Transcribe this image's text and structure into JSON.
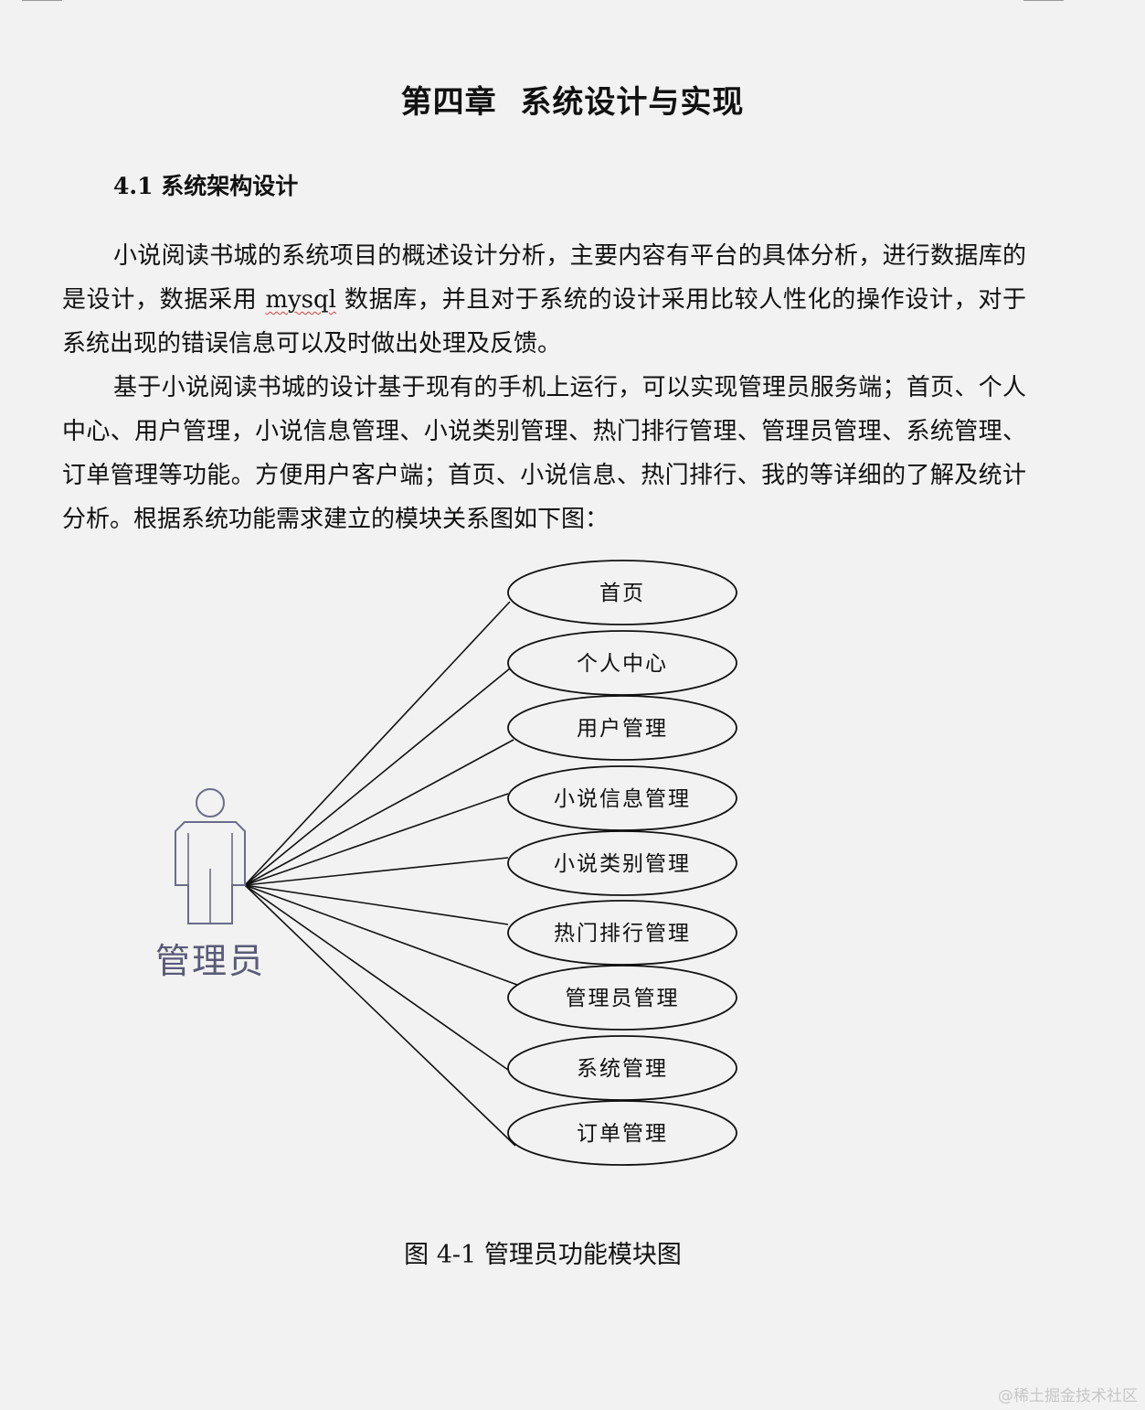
{
  "page": {
    "chapter_title": "第四章  系统设计与实现",
    "section_heading": "4.1 系统架构设计",
    "paragraph1": {
      "before": "小说阅读书城的系统项目的概述设计分析，主要内容有平台的具体分析，进行数据库的是设计，数据采用",
      "flagged_word": "mysql",
      "after": " 数据库，并且对于系统的设计采用比较人性化的操作设计，对于系统出现的错误信息可以及时做出处理及反馈。"
    },
    "paragraph2": "基于小说阅读书城的设计基于现有的手机上运行，可以实现管理员服务端；首页、个人中心、用户管理，小说信息管理、小说类别管理、热门排行管理、管理员管理、系统管理、订单管理等功能。方便用户客户端；首页、小说信息、热门排行、我的等详细的了解及统计分析。根据系统功能需求建立的模块关系图如下图：",
    "caption": "图 4-1 管理员功能模块图",
    "watermark": "@稀土掘金技术社区"
  },
  "diagram": {
    "actor": "管理员",
    "use_cases": [
      "首页",
      "个人中心",
      "用户管理",
      "小说信息管理",
      "小说类别管理",
      "热门排行管理",
      "管理员管理",
      "系统管理",
      "订单管理"
    ],
    "colors": {
      "actor_stroke": "#6b6b8a",
      "actor_label": "#5a5a78",
      "line": "#111111"
    }
  }
}
